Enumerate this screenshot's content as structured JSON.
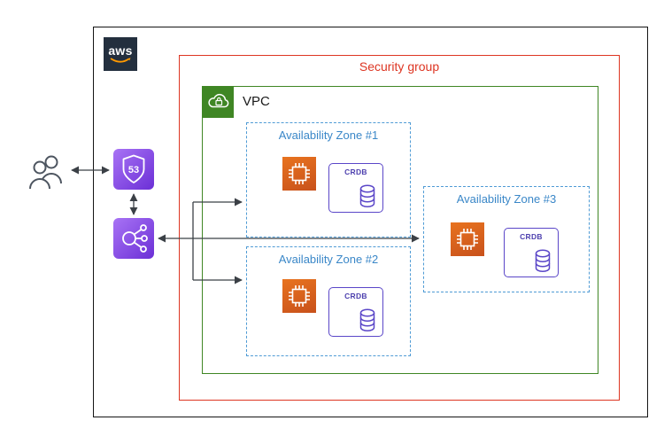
{
  "aws_logo": {
    "text": "aws"
  },
  "security_group": {
    "label": "Security group"
  },
  "vpc": {
    "label": "VPC"
  },
  "zones": [
    {
      "label": "Availability Zone #1",
      "node_label": "CRDB"
    },
    {
      "label": "Availability Zone #2",
      "node_label": "CRDB"
    },
    {
      "label": "Availability Zone #3",
      "node_label": "CRDB"
    }
  ],
  "route53": {
    "badge": "53"
  },
  "colors": {
    "security_group_red": "#dd3522",
    "vpc_green": "#3f8624",
    "availability_zone_blue": "#4f9bd5",
    "ec2_orange": "#c8511b",
    "crdb_purple": "#5a46c8",
    "network_icon_purple": "#8a5cf6",
    "aws_dark": "#232f3e",
    "aws_orange": "#ff9900",
    "connector_gray": "#3b4046"
  }
}
